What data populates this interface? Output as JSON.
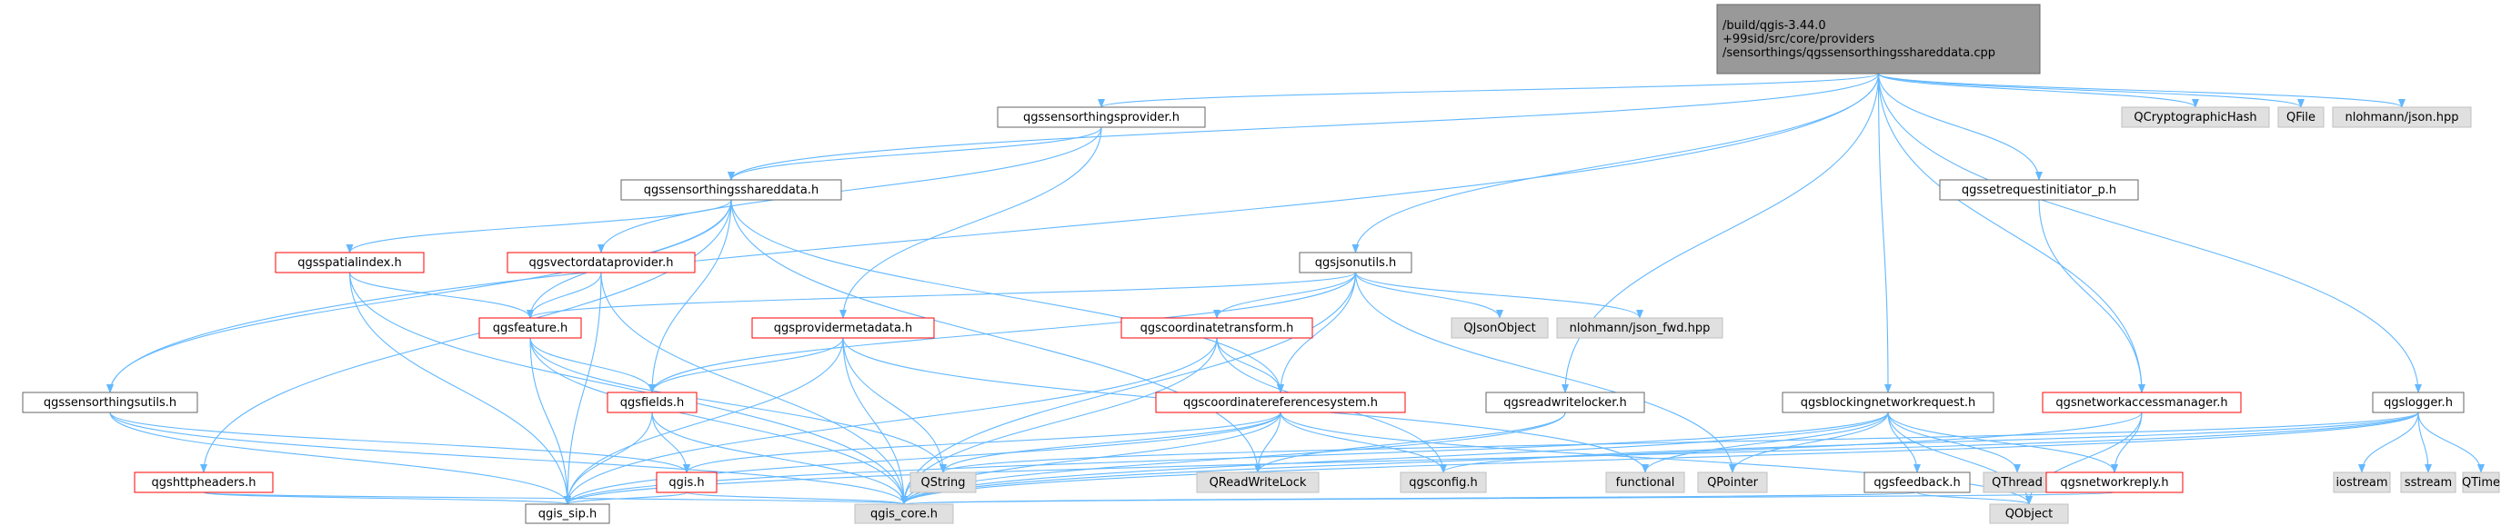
{
  "colors": {
    "edge": "#63b8ff",
    "border_normal": "#666666",
    "border_red": "#ff0000",
    "border_gray": "#bfbfbf",
    "fill_normal": "#ffffff",
    "fill_gray": "#e0e0e0",
    "fill_root": "#999999",
    "text": "#000000"
  },
  "nodes": [
    {
      "id": "root",
      "lines": [
        "/build/qgis-3.44.0",
        "+99sid/src/core/providers",
        "/sensorthings/qgssensorthingsshareddata.cpp"
      ],
      "style": "root"
    },
    {
      "id": "qgssensorthingsprovider",
      "lines": [
        "qgssensorthingsprovider.h"
      ],
      "style": "normal"
    },
    {
      "id": "QCryptographicHash",
      "lines": [
        "QCryptographicHash"
      ],
      "style": "gray"
    },
    {
      "id": "QFile",
      "lines": [
        "QFile"
      ],
      "style": "gray"
    },
    {
      "id": "nlohmann_json",
      "lines": [
        "nlohmann/json.hpp"
      ],
      "style": "gray"
    },
    {
      "id": "qgssensorthingsshareddata",
      "lines": [
        "qgssensorthingsshareddata.h"
      ],
      "style": "normal"
    },
    {
      "id": "qgssetrequestinitiator",
      "lines": [
        "qgssetrequestinitiator_p.h"
      ],
      "style": "normal"
    },
    {
      "id": "qgsspatialindex",
      "lines": [
        "qgsspatialindex.h"
      ],
      "style": "red"
    },
    {
      "id": "qgsvectordataprovider",
      "lines": [
        "qgsvectordataprovider.h"
      ],
      "style": "red"
    },
    {
      "id": "qgsjsonutils",
      "lines": [
        "qgsjsonutils.h"
      ],
      "style": "normal"
    },
    {
      "id": "qgsfeature",
      "lines": [
        "qgsfeature.h"
      ],
      "style": "red"
    },
    {
      "id": "qgsprovidermetadata",
      "lines": [
        "qgsprovidermetadata.h"
      ],
      "style": "red"
    },
    {
      "id": "qgscoordinatetransform",
      "lines": [
        "qgscoordinatetransform.h"
      ],
      "style": "red"
    },
    {
      "id": "QJsonObject",
      "lines": [
        "QJsonObject"
      ],
      "style": "gray"
    },
    {
      "id": "nlohmann_json_fwd",
      "lines": [
        "nlohmann/json_fwd.hpp"
      ],
      "style": "gray"
    },
    {
      "id": "qgssensorthingsutils",
      "lines": [
        "qgssensorthingsutils.h"
      ],
      "style": "normal"
    },
    {
      "id": "qgsfields",
      "lines": [
        "qgsfields.h"
      ],
      "style": "red"
    },
    {
      "id": "qgscoordinatereferencesystem",
      "lines": [
        "qgscoordinatereferencesystem.h"
      ],
      "style": "red"
    },
    {
      "id": "qgsreadwritelocker",
      "lines": [
        "qgsreadwritelocker.h"
      ],
      "style": "normal"
    },
    {
      "id": "qgsblockingnetworkrequest",
      "lines": [
        "qgsblockingnetworkrequest.h"
      ],
      "style": "normal"
    },
    {
      "id": "qgsnetworkaccessmanager",
      "lines": [
        "qgsnetworkaccessmanager.h"
      ],
      "style": "red"
    },
    {
      "id": "qgslogger",
      "lines": [
        "qgslogger.h"
      ],
      "style": "normal"
    },
    {
      "id": "qgshttpheaders",
      "lines": [
        "qgshttpheaders.h"
      ],
      "style": "red"
    },
    {
      "id": "qgis",
      "lines": [
        "qgis.h"
      ],
      "style": "red"
    },
    {
      "id": "QString",
      "lines": [
        "QString"
      ],
      "style": "gray"
    },
    {
      "id": "QReadWriteLock",
      "lines": [
        "QReadWriteLock"
      ],
      "style": "gray"
    },
    {
      "id": "qgsconfig",
      "lines": [
        "qgsconfig.h"
      ],
      "style": "gray"
    },
    {
      "id": "functional",
      "lines": [
        "functional"
      ],
      "style": "gray"
    },
    {
      "id": "QPointer",
      "lines": [
        "QPointer"
      ],
      "style": "gray"
    },
    {
      "id": "qgsfeedback",
      "lines": [
        "qgsfeedback.h"
      ],
      "style": "normal"
    },
    {
      "id": "QThread",
      "lines": [
        "QThread"
      ],
      "style": "gray"
    },
    {
      "id": "qgsnetworkreply",
      "lines": [
        "qgsnetworkreply.h"
      ],
      "style": "red"
    },
    {
      "id": "iostream",
      "lines": [
        "iostream"
      ],
      "style": "gray"
    },
    {
      "id": "sstream",
      "lines": [
        "sstream"
      ],
      "style": "gray"
    },
    {
      "id": "QTime",
      "lines": [
        "QTime"
      ],
      "style": "gray"
    },
    {
      "id": "qgis_sip",
      "lines": [
        "qgis_sip.h"
      ],
      "style": "normal"
    },
    {
      "id": "qgis_core",
      "lines": [
        "qgis_core.h"
      ],
      "style": "gray"
    },
    {
      "id": "QObject",
      "lines": [
        "QObject"
      ],
      "style": "gray"
    }
  ],
  "edges": [
    [
      "root",
      "qgssensorthingsprovider"
    ],
    [
      "root",
      "QCryptographicHash"
    ],
    [
      "root",
      "QFile"
    ],
    [
      "root",
      "nlohmann_json"
    ],
    [
      "root",
      "qgssensorthingsshareddata"
    ],
    [
      "root",
      "qgssensorthingsutils"
    ],
    [
      "root",
      "qgsjsonutils"
    ],
    [
      "root",
      "qgsreadwritelocker"
    ],
    [
      "root",
      "qgsblockingnetworkrequest"
    ],
    [
      "root",
      "qgsnetworkaccessmanager"
    ],
    [
      "root",
      "qgssetrequestinitiator"
    ],
    [
      "root",
      "qgslogger"
    ],
    [
      "qgssensorthingsprovider",
      "qgssensorthingsshareddata"
    ],
    [
      "qgssensorthingsprovider",
      "qgsvectordataprovider"
    ],
    [
      "qgssensorthingsprovider",
      "qgsprovidermetadata"
    ],
    [
      "qgssensorthingsshareddata",
      "qgsspatialindex"
    ],
    [
      "qgssensorthingsshareddata",
      "qgsfeature"
    ],
    [
      "qgssensorthingsshareddata",
      "qgsfields"
    ],
    [
      "qgssensorthingsshareddata",
      "qgssensorthingsutils"
    ],
    [
      "qgssensorthingsshareddata",
      "qgshttpheaders"
    ],
    [
      "qgssensorthingsshareddata",
      "qgscoordinatereferencesystem"
    ],
    [
      "qgssensorthingsshareddata",
      "QReadWriteLock"
    ],
    [
      "qgsspatialindex",
      "qgsfeature"
    ],
    [
      "qgsspatialindex",
      "qgis_sip"
    ],
    [
      "qgsspatialindex",
      "qgis_core"
    ],
    [
      "qgsvectordataprovider",
      "qgsfeature"
    ],
    [
      "qgsvectordataprovider",
      "qgis_sip"
    ],
    [
      "qgsvectordataprovider",
      "qgis_core"
    ],
    [
      "qgsjsonutils",
      "qgsfeature"
    ],
    [
      "qgsjsonutils",
      "qgsfields"
    ],
    [
      "qgsjsonutils",
      "qgscoordinatetransform"
    ],
    [
      "qgsjsonutils",
      "qgscoordinatereferencesystem"
    ],
    [
      "qgsjsonutils",
      "QJsonObject"
    ],
    [
      "qgsjsonutils",
      "nlohmann_json_fwd"
    ],
    [
      "qgsjsonutils",
      "QPointer"
    ],
    [
      "qgsjsonutils",
      "qgis_core"
    ],
    [
      "qgsfeature",
      "qgsfields"
    ],
    [
      "qgsfeature",
      "QString"
    ],
    [
      "qgsfeature",
      "qgis_sip"
    ],
    [
      "qgsfeature",
      "qgis_core"
    ],
    [
      "qgsprovidermetadata",
      "qgsfields"
    ],
    [
      "qgsprovidermetadata",
      "QString"
    ],
    [
      "qgsprovidermetadata",
      "qgis_sip"
    ],
    [
      "qgsprovidermetadata",
      "qgis_core"
    ],
    [
      "qgsprovidermetadata",
      "functional"
    ],
    [
      "qgscoordinatetransform",
      "qgscoordinatereferencesystem"
    ],
    [
      "qgscoordinatetransform",
      "qgsconfig"
    ],
    [
      "qgscoordinatetransform",
      "qgis_sip"
    ],
    [
      "qgscoordinatetransform",
      "qgis_core"
    ],
    [
      "qgssensorthingsutils",
      "qgis"
    ],
    [
      "qgssensorthingsutils",
      "qgis_sip"
    ],
    [
      "qgssensorthingsutils",
      "qgis_core"
    ],
    [
      "qgsfields",
      "qgis"
    ],
    [
      "qgsfields",
      "qgis_sip"
    ],
    [
      "qgsfields",
      "qgis_core"
    ],
    [
      "qgscoordinatereferencesystem",
      "qgis"
    ],
    [
      "qgscoordinatereferencesystem",
      "QString"
    ],
    [
      "qgscoordinatereferencesystem",
      "QReadWriteLock"
    ],
    [
      "qgscoordinatereferencesystem",
      "qgsconfig"
    ],
    [
      "qgscoordinatereferencesystem",
      "qgis_sip"
    ],
    [
      "qgscoordinatereferencesystem",
      "qgis_core"
    ],
    [
      "qgscoordinatereferencesystem",
      "QObject"
    ],
    [
      "qgsreadwritelocker",
      "QReadWriteLock"
    ],
    [
      "qgsreadwritelocker",
      "qgis_core"
    ],
    [
      "qgsblockingnetworkrequest",
      "qgsfeedback"
    ],
    [
      "qgsblockingnetworkrequest",
      "QThread"
    ],
    [
      "qgsblockingnetworkrequest",
      "QPointer"
    ],
    [
      "qgsblockingnetworkrequest",
      "functional"
    ],
    [
      "qgsblockingnetworkrequest",
      "qgsnetworkreply"
    ],
    [
      "qgsblockingnetworkrequest",
      "qgis_sip"
    ],
    [
      "qgsblockingnetworkrequest",
      "qgis_core"
    ],
    [
      "qgsblockingnetworkrequest",
      "QObject"
    ],
    [
      "qgssetrequestinitiator",
      "qgsnetworkaccessmanager"
    ],
    [
      "qgsnetworkaccessmanager",
      "qgsnetworkreply"
    ],
    [
      "qgsnetworkaccessmanager",
      "qgis_core"
    ],
    [
      "qgsnetworkaccessmanager",
      "QObject"
    ],
    [
      "qgslogger",
      "iostream"
    ],
    [
      "qgslogger",
      "sstream"
    ],
    [
      "qgslogger",
      "QTime"
    ],
    [
      "qgslogger",
      "qgsconfig"
    ],
    [
      "qgslogger",
      "QString"
    ],
    [
      "qgslogger",
      "qgis_core"
    ],
    [
      "qgslogger",
      "qgis_sip"
    ],
    [
      "qgshttpheaders",
      "qgis_sip"
    ],
    [
      "qgshttpheaders",
      "qgis_core"
    ],
    [
      "qgis",
      "qgis_sip"
    ],
    [
      "qgis",
      "qgis_core"
    ],
    [
      "qgsfeedback",
      "qgis_core"
    ],
    [
      "qgsfeedback",
      "QObject"
    ],
    [
      "qgsnetworkreply",
      "qgis_core"
    ]
  ]
}
